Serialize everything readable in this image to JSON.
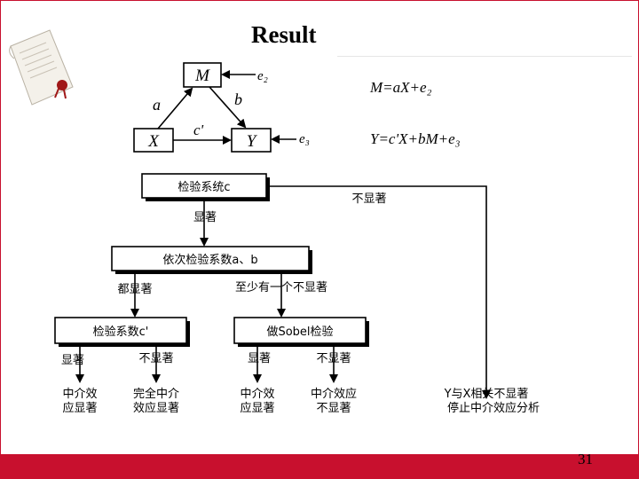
{
  "slide": {
    "title": "Result",
    "page_number": "31",
    "accent_color": "#c8102e"
  },
  "icons": {
    "top_left": "paper-scroll-with-seal-icon"
  },
  "diagram": {
    "path_model": {
      "node_m": "M",
      "node_x": "X",
      "node_y": "Y",
      "path_a": "a",
      "path_b": "b",
      "path_c": "c'",
      "error_m": "e₂",
      "error_y": "e₃"
    },
    "equations": {
      "eq_m": "M=aX+e₂",
      "eq_y": "Y=c'X+bM+e₃"
    },
    "flow": {
      "box_test_c": "检验系统c",
      "edge_not_significant_right": "不显著",
      "edge_significant_1": "显著",
      "box_test_ab": "依次检验系数a、b",
      "edge_both_significant": "都显著",
      "edge_at_least_one_not": "至少有一个不显著",
      "box_test_c_prime": "检验系数c'",
      "box_sobel": "做Sobel检验",
      "edge_c_prime_sig": "显著",
      "edge_c_prime_not_sig": "不显著",
      "edge_sobel_sig": "显著",
      "edge_sobel_not_sig": "不显著",
      "result_partial": [
        "中介效",
        "应显著"
      ],
      "result_full": [
        "完全中介",
        "效应显著"
      ],
      "result_sobel_sig": [
        "中介效",
        "应显著"
      ],
      "result_sobel_not_sig": [
        "中介效应",
        "不显著"
      ],
      "result_stop": [
        "Y与X相关不显著",
        "停止中介效应分析"
      ]
    }
  }
}
